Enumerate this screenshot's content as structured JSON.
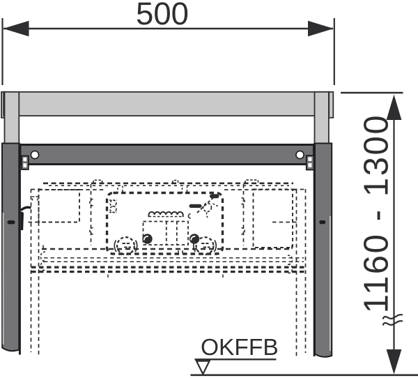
{
  "diagram": {
    "type": "technical-installation-drawing",
    "subject": "concealed-cistern-wall-frame-front-view",
    "width_dimension": {
      "label": "500"
    },
    "height_dimension": {
      "label": "1160 - 1300"
    },
    "floor_reference": {
      "label": "OKFFB"
    },
    "colors": {
      "line": "#2e2e30",
      "frame_light": "#c9c9ca",
      "frame_dark": "#747477",
      "frame_edge": "#1e1e20",
      "background": "#ffffff"
    }
  }
}
